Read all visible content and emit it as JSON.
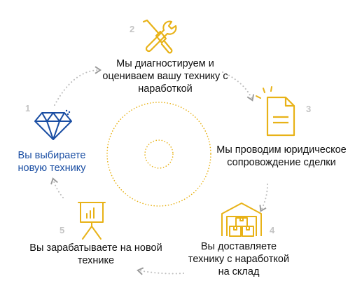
{
  "colors": {
    "accent_blue": "#1a4ea3",
    "icon_yellow": "#e8b217",
    "number_gray": "#c4c4c4",
    "text": "#111111",
    "dots": "#bdbdbd"
  },
  "steps": [
    {
      "number": "1",
      "label": "Вы выбираете новую технику",
      "icon": "diamond-icon"
    },
    {
      "number": "2",
      "label": "Мы диагностируем и оцениваем вашу технику с наработкой",
      "icon": "tools-icon"
    },
    {
      "number": "3",
      "label": "Мы проводим юридическое сопровождение сделки",
      "icon": "document-icon"
    },
    {
      "number": "4",
      "label": "Вы доставляете технику с наработкой на склад",
      "icon": "warehouse-icon"
    },
    {
      "number": "5",
      "label": "Вы зарабатываете на новой технике",
      "icon": "presentation-icon"
    }
  ]
}
